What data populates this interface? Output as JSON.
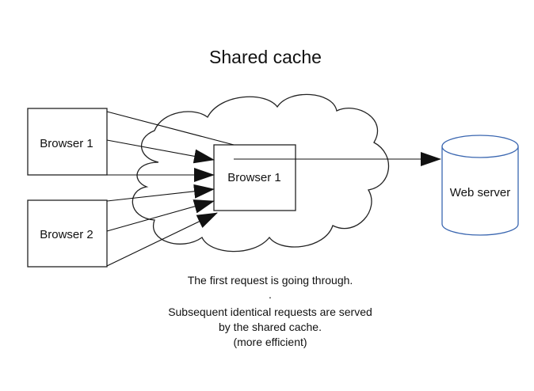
{
  "title": "Shared cache",
  "browsers": [
    {
      "label": "Browser 1"
    },
    {
      "label": "Browser 2"
    }
  ],
  "cache_box_label": "Browser 1",
  "server_label": "Web server",
  "caption": {
    "line1": "The first request is going through.",
    "line2": ".",
    "line3": "Subsequent identical requests are served",
    "line4": "by the shared cache.",
    "line5": "(more efficient)"
  },
  "colors": {
    "stroke": "#111111",
    "server_stroke": "#3a66b0",
    "background": "#ffffff"
  }
}
